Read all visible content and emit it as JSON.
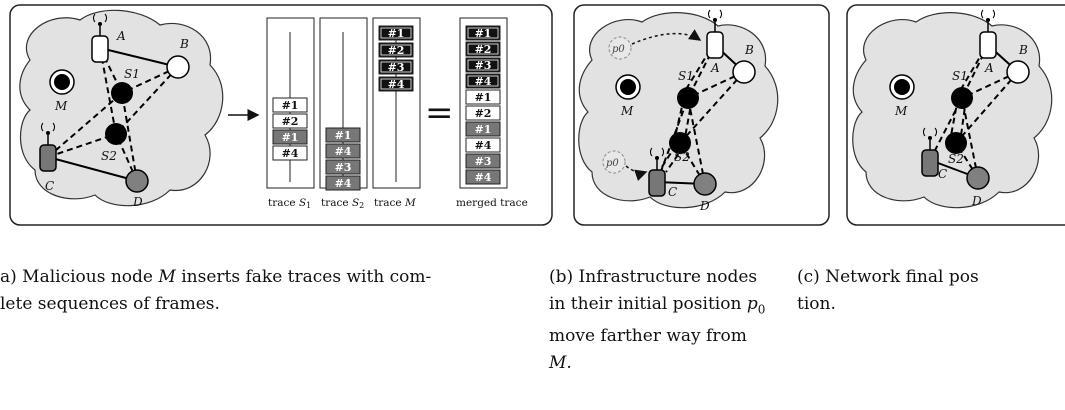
{
  "panel_a": {
    "node_labels": {
      "A": "A",
      "B": "B",
      "S1": "S1",
      "S2": "S2",
      "M": "M",
      "C": "C",
      "D": "D"
    },
    "trace_s1": [
      "#1",
      "#2",
      "#1",
      "#4"
    ],
    "trace_s2": [
      "#1",
      "#4",
      "#3",
      "#4"
    ],
    "trace_m": [
      "#1",
      "#2",
      "#3",
      "#4"
    ],
    "merged": [
      "#1",
      "#2",
      "#3",
      "#4",
      "#1",
      "#2",
      "#1",
      "#4",
      "#3",
      "#4"
    ],
    "label_trace": "trace",
    "label_merged": "merged trace",
    "equals": "="
  },
  "panel_b": {
    "p0": "p0"
  },
  "captions": {
    "a_line1_part1": "a) Malicious node",
    "a_line1_M": "M",
    "a_line1_part2": "inserts fake traces with com-",
    "a_line2": "lete sequences of frames.",
    "b_line1": "(b) Infrastructure nodes",
    "b_line2_text": "in their initial position",
    "b_line2_p0": "p",
    "b_line2_sub": "0",
    "b_line3": "move farther way from",
    "b_line4": "M.",
    "c_line1": "(c) Network final pos",
    "c_line2": "tion."
  }
}
